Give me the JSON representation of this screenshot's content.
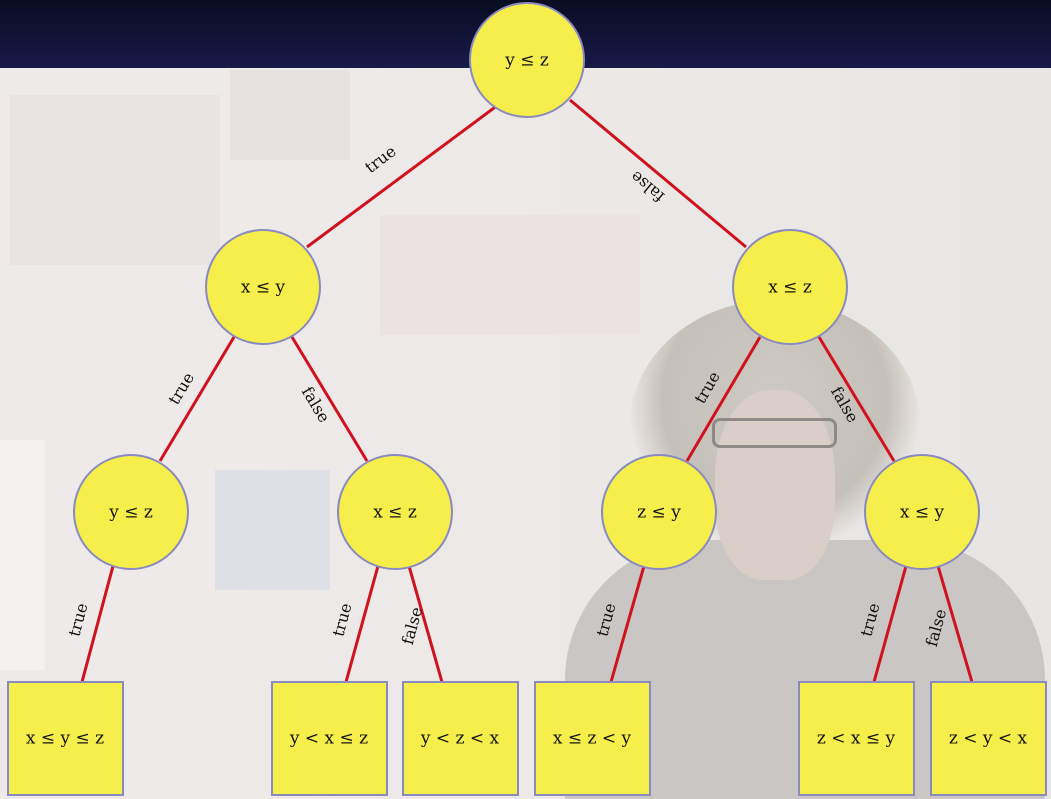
{
  "tree": {
    "root": {
      "label": "y ≤ z"
    },
    "nodes": {
      "left": {
        "label": "x ≤ y"
      },
      "right": {
        "label": "x ≤ z"
      },
      "left_left": {
        "label": "y ≤ z"
      },
      "left_right": {
        "label": "x ≤ z"
      },
      "right_left": {
        "label": "z ≤ y"
      },
      "right_right": {
        "label": "x ≤ y"
      }
    },
    "leaves": {
      "l1": {
        "label": "x ≤ y ≤ z"
      },
      "l2": {
        "label": "y < x ≤ z"
      },
      "l3": {
        "label": "y < z < x"
      },
      "l4": {
        "label": "x ≤ z < y"
      },
      "l5": {
        "label": "z < x ≤ y"
      },
      "l6": {
        "label": "z < y < x"
      }
    },
    "edges": {
      "true_label": "true",
      "false_label": "false"
    }
  },
  "colors": {
    "node_fill": "#f6ee4a",
    "node_stroke": "#8a8ac0",
    "edge": "#d0121f",
    "banner": "#12153d"
  }
}
